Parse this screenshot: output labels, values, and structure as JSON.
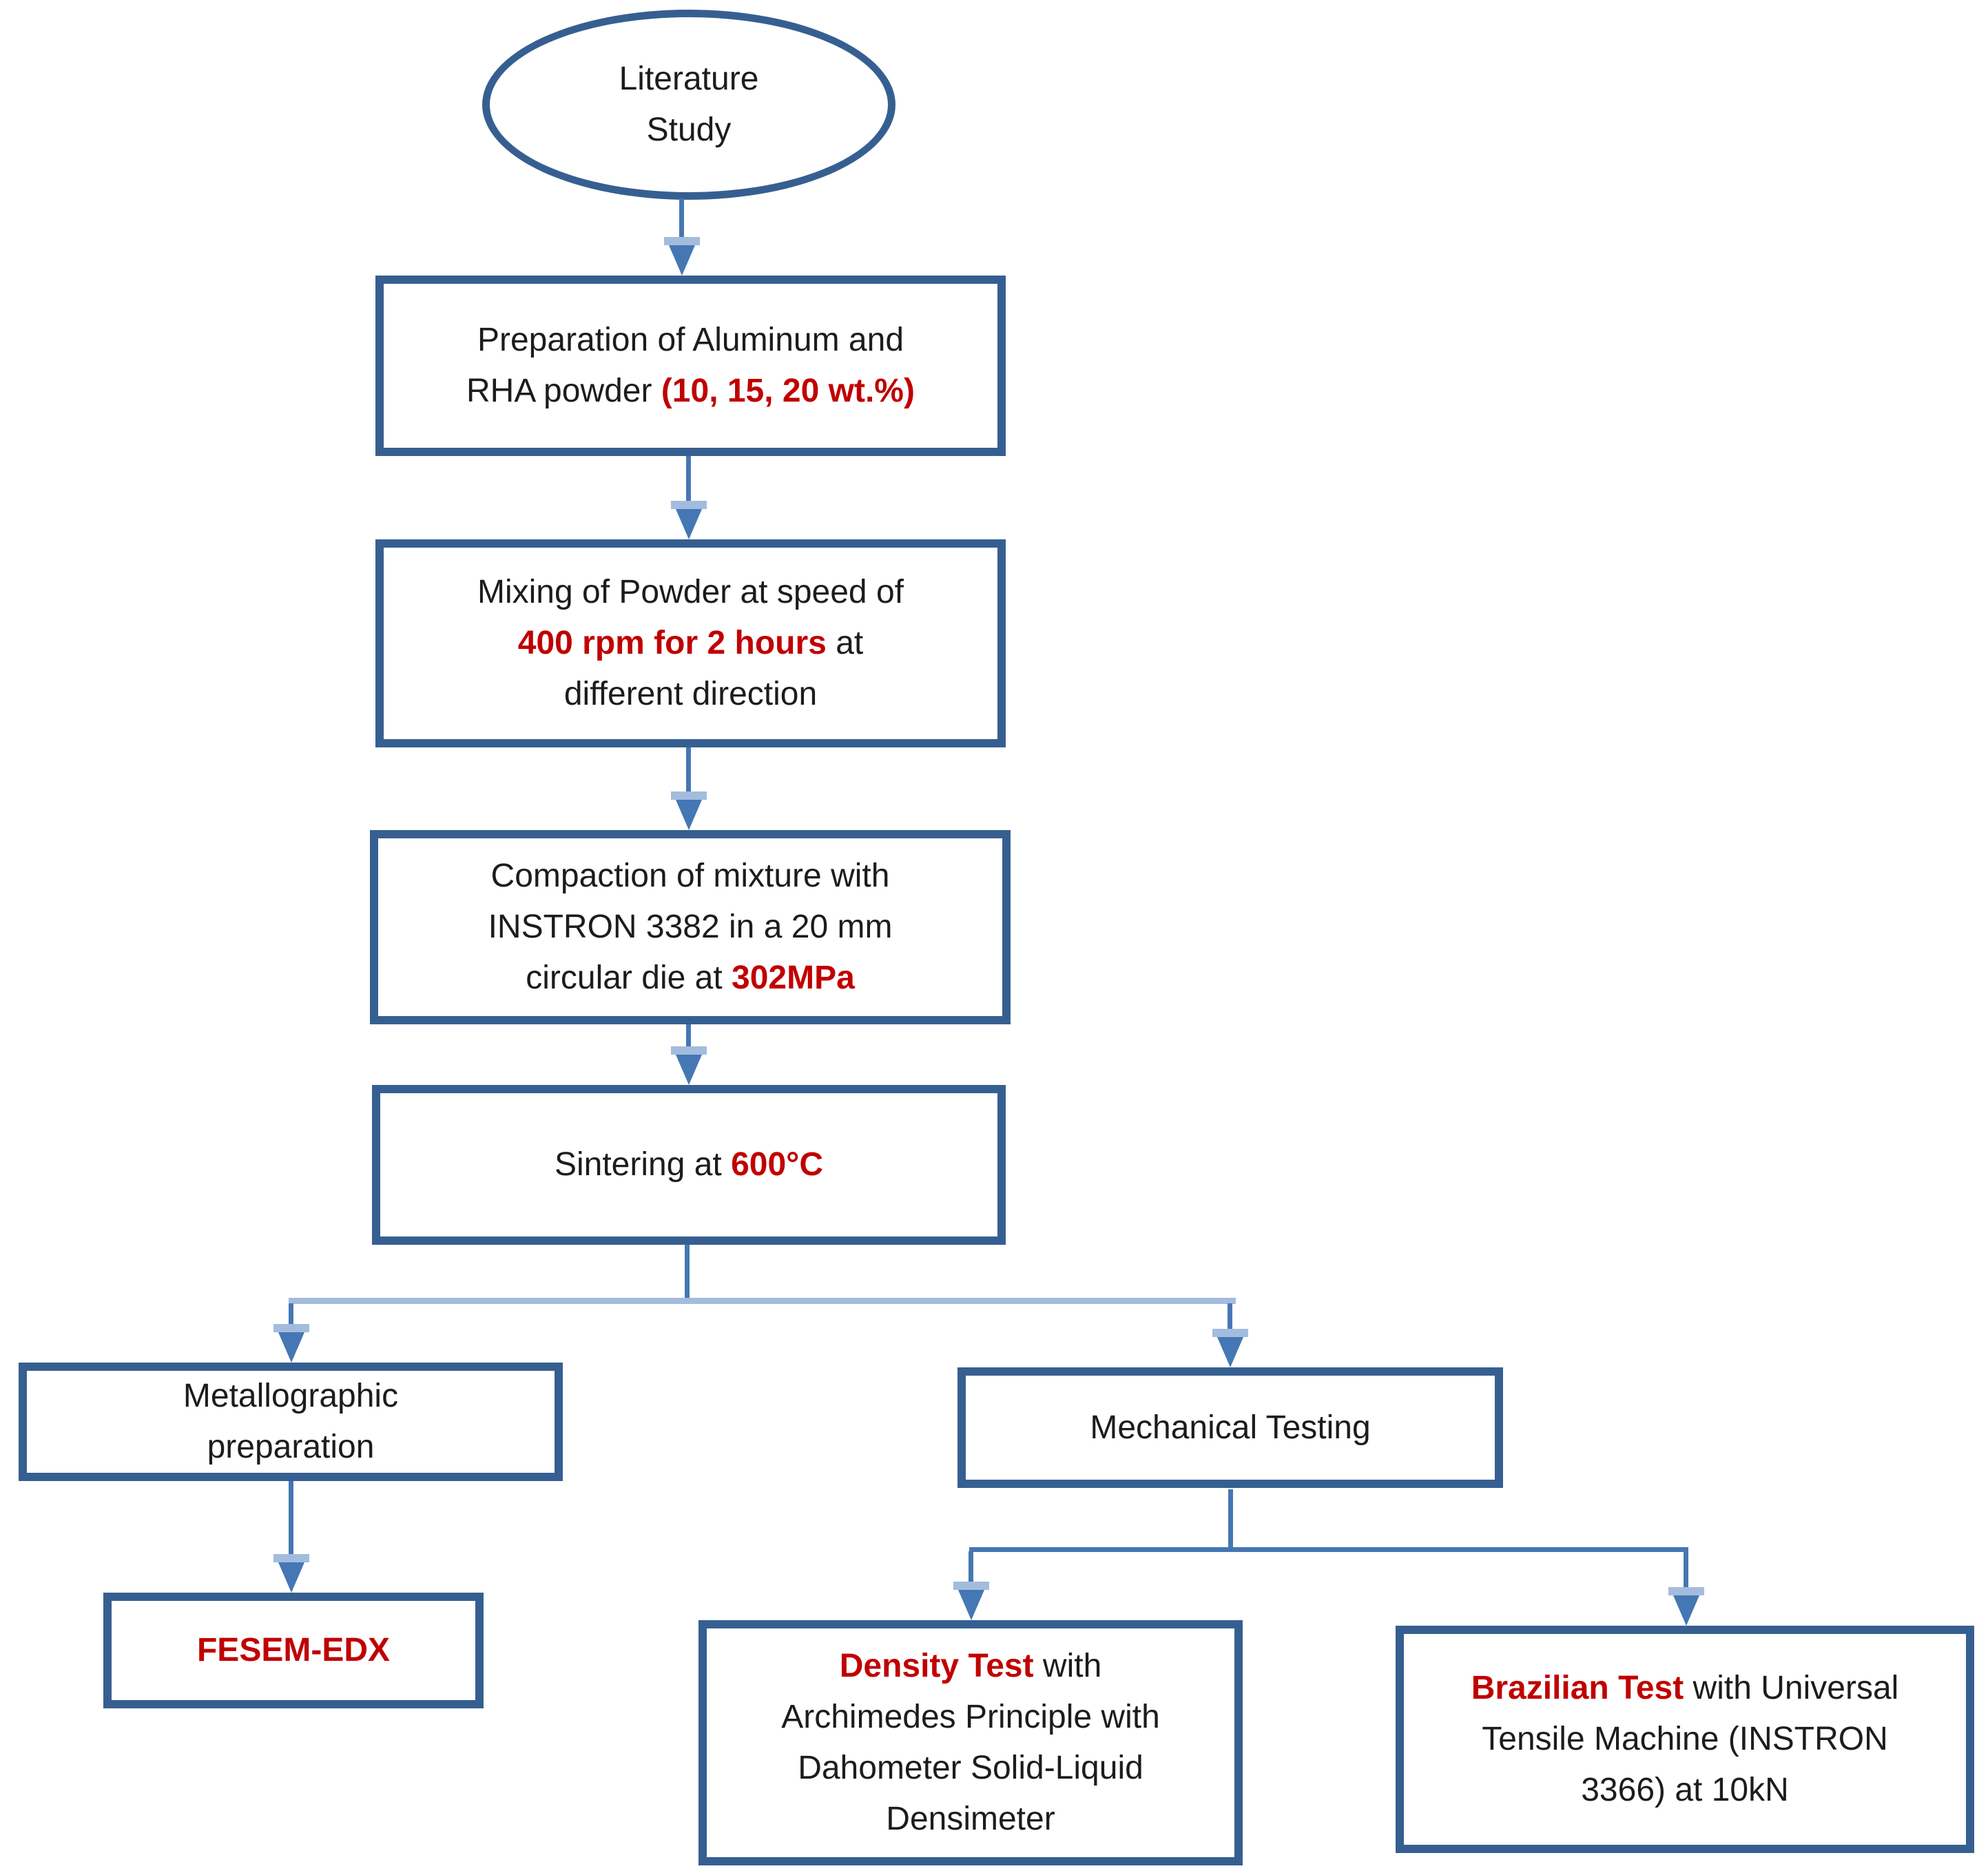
{
  "diagram": {
    "nodes": {
      "literature": {
        "text": "Literature Study"
      },
      "preparation": {
        "pre": "Preparation of Aluminum and RHA powder ",
        "red": "(10, 15, 20 wt.%)",
        "post": ""
      },
      "mixing": {
        "pre": "Mixing of Powder at speed of ",
        "red": "400 rpm for 2 hours",
        "post": " at different direction"
      },
      "compaction": {
        "pre": "Compaction of mixture with INSTRON 3382 in a 20 mm circular die at ",
        "red": "302MPa",
        "post": ""
      },
      "sintering": {
        "pre": "Sintering at ",
        "red": "600°C",
        "post": ""
      },
      "metallographic": {
        "text": "Metallographic preparation"
      },
      "mechanical": {
        "text": "Mechanical Testing"
      },
      "fesem": {
        "red": "FESEM-EDX"
      },
      "density": {
        "pre": "",
        "red": "Density Test",
        "post": " with Archimedes Principle with Dahometer Solid-Liquid Densimeter"
      },
      "brazilian": {
        "pre": "",
        "red": "Brazilian Test",
        "post": " with Universal Tensile Machine (INSTRON 3366) at 10kN"
      }
    },
    "colors": {
      "box_border": "#365f91",
      "connector": "#4577b4",
      "connector_light": "#a3bcde",
      "text_color": "#1c1c1c",
      "highlight": "#c00000"
    }
  }
}
